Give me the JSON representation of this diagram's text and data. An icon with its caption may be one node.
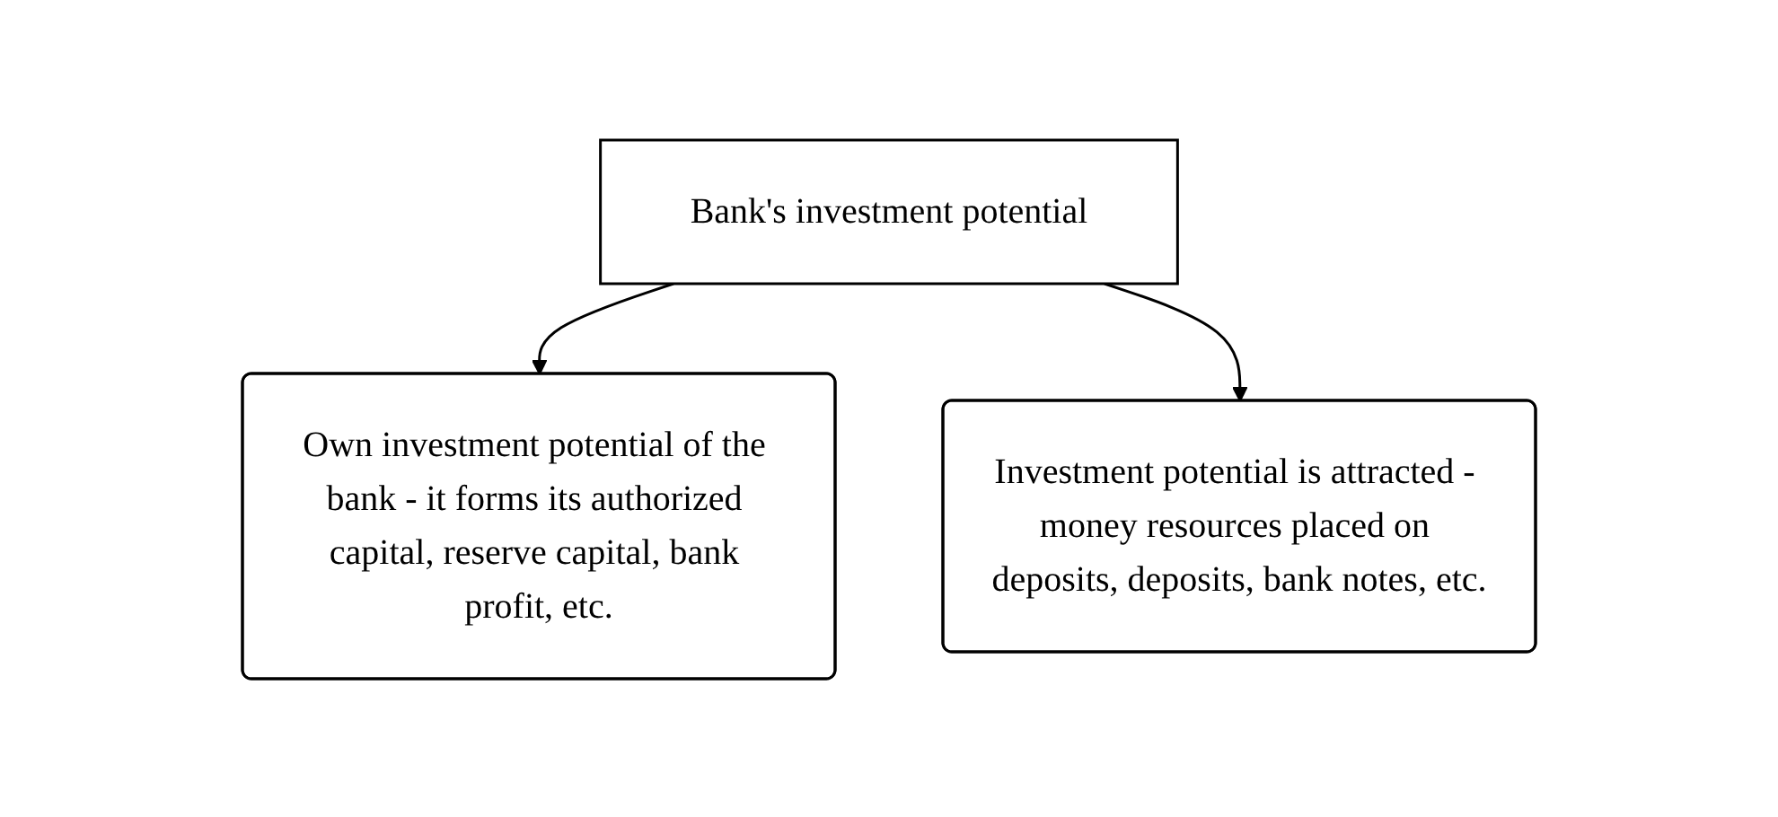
{
  "diagram": {
    "nodes": [
      {
        "text": [
          "Bank's investment potential"
        ]
      },
      {
        "text": [
          "Own investment potential of the bank - it forms its authorized capital, reserve capital, bank profit, etc."
        ]
      },
      {
        "text": [
          "Investment potential is attracted - money resources placed on deposits, deposits, bank notes, etc."
        ]
      }
    ],
    "edges": [
      {
        "from": 0,
        "to": 1,
        "arrow": "to"
      },
      {
        "from": 0,
        "to": 2,
        "arrow": "to"
      }
    ]
  }
}
